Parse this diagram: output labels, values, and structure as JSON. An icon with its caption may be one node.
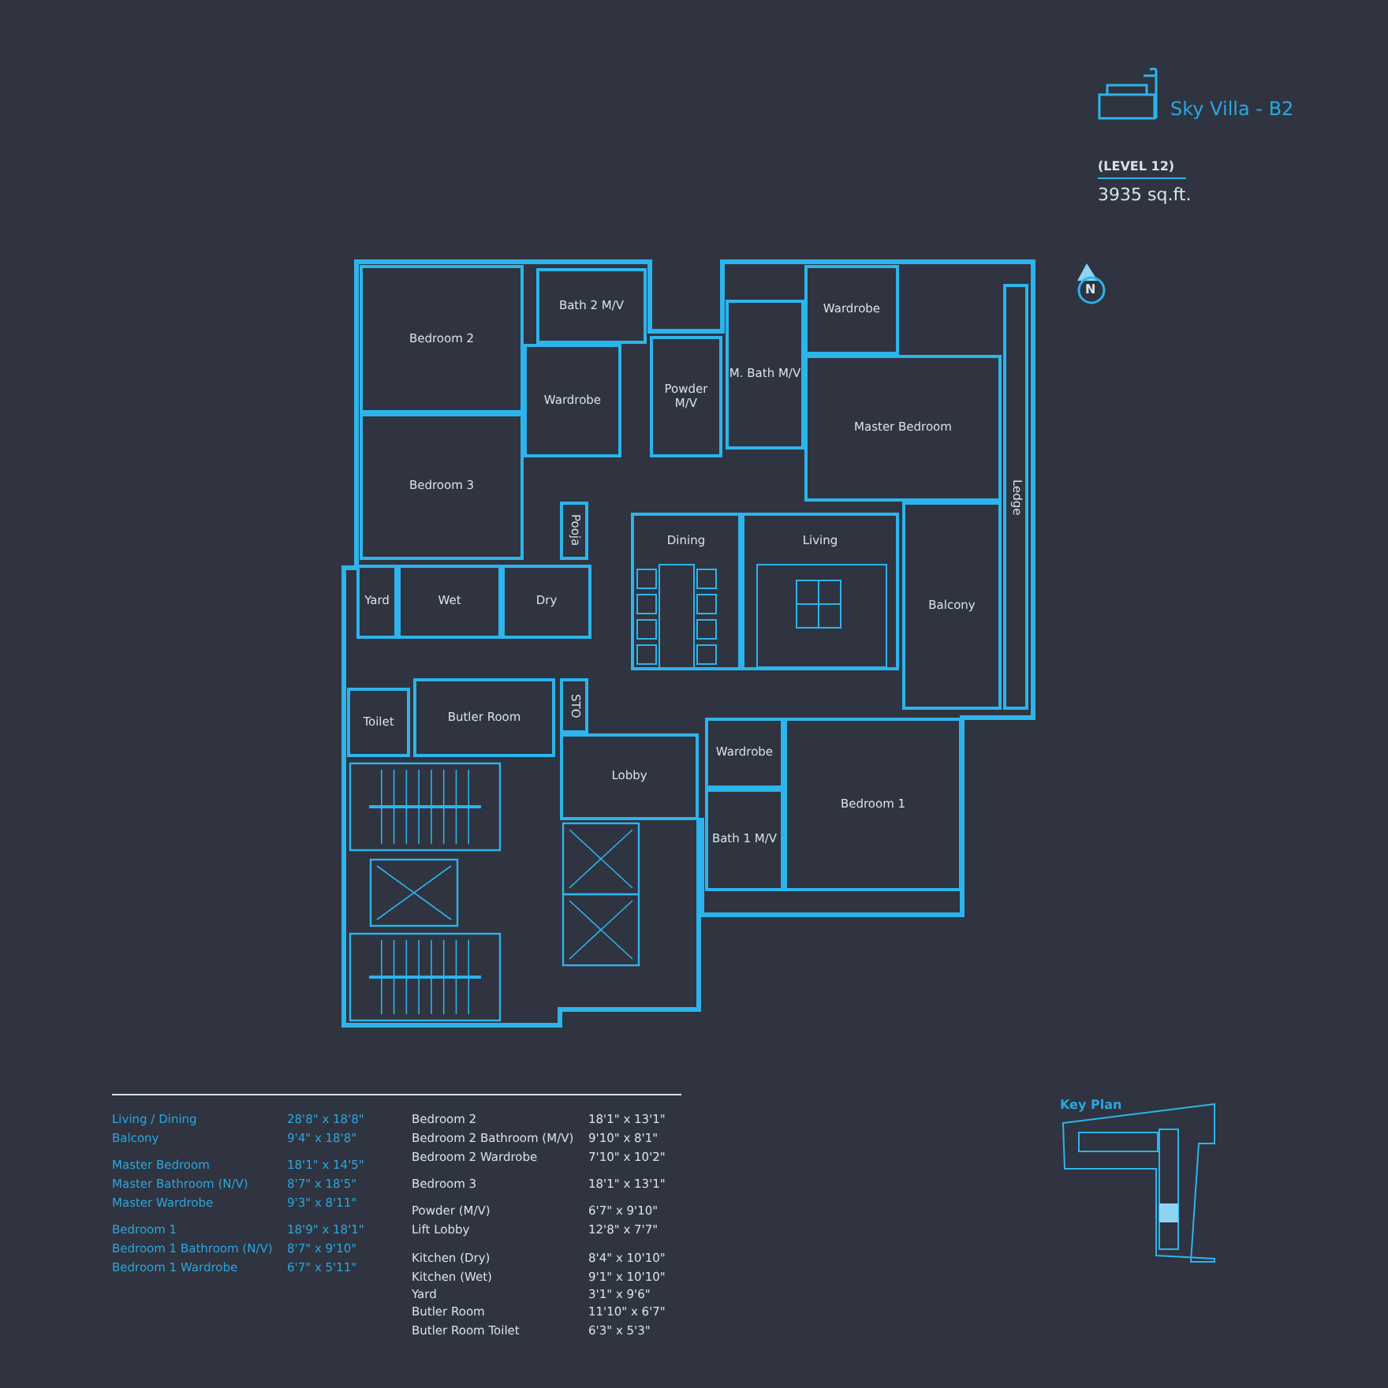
{
  "diagram": {
    "title": "Sky Villa - B2",
    "nodes": [
      {
        "text": [
          "Bedroom 2"
        ]
      },
      {
        "text": [
          "Bath 2 M/V"
        ]
      },
      {
        "text": [
          "Wardrobe"
        ]
      },
      {
        "text": [
          "Powder M/V"
        ]
      },
      {
        "text": [
          "M. Bath M/V"
        ]
      },
      {
        "text": [
          "Wardrobe"
        ]
      },
      {
        "text": [
          "Master Bedroom"
        ]
      },
      {
        "text": [
          "Bedroom 3"
        ]
      },
      {
        "text": [
          "Pooja"
        ]
      },
      {
        "text": [
          "Dining"
        ]
      },
      {
        "text": [
          "Living"
        ]
      },
      {
        "text": [
          "Ledge"
        ]
      },
      {
        "text": [
          "Yard"
        ]
      },
      {
        "text": [
          "Wet"
        ]
      },
      {
        "text": [
          "Dry"
        ]
      },
      {
        "text": [
          "Balcony"
        ]
      },
      {
        "text": [
          "Toilet"
        ]
      },
      {
        "text": [
          "Butler Room"
        ]
      },
      {
        "text": [
          "STO"
        ]
      },
      {
        "text": [
          "Lobby"
        ]
      },
      {
        "text": [
          "Wardrobe"
        ]
      },
      {
        "text": [
          "Bedroom 1"
        ]
      },
      {
        "text": [
          "Bath 1 M/V"
        ]
      }
    ],
    "labels": [
      "(LEVEL 12)",
      "3935 sq.ft.",
      "N",
      "Living / Dining",
      "28'8\" x 18'8\"",
      "Balcony",
      "9'4\" x 18'8\"",
      "Master Bedroom",
      "18'1\" x 14'5\"",
      "Master Bathroom (N/V)",
      "8'7\" x 18'5\"",
      "Master Wardrobe",
      "9'3\" x 8'11\"",
      "Bedroom 1",
      "18'9\" x 18'1\"",
      "Bedroom 1 Bathroom (N/V)",
      "8'7\" x 9'10\"",
      "Bedroom 1 Wardrobe",
      "6'7\" x 5'11\"",
      "Bedroom 2",
      "18'1\" x 13'1\"",
      "Bedroom 2 Bathroom (M/V)",
      "9'10\" x 8'1\"",
      "Bedroom 2 Wardrobe",
      "7'10\" x 10'2\"",
      "Bedroom 3",
      "18'1\" x 13'1\"",
      "Powder (M/V)",
      "6'7\" x 9'10\"",
      "Lift Lobby",
      "12'8\" x 7'7\"",
      "Kitchen (Dry)",
      "8'4\" x 10'10\"",
      "Kitchen (Wet)",
      "9'1\" x 10'10\"",
      "Yard",
      "3'1\" x 9'6\"",
      "Butler Room",
      "11'10\" x 6'7\"",
      "Butler Room Toilet",
      "6'3\" x 5'3\"",
      "Key Plan"
    ]
  }
}
